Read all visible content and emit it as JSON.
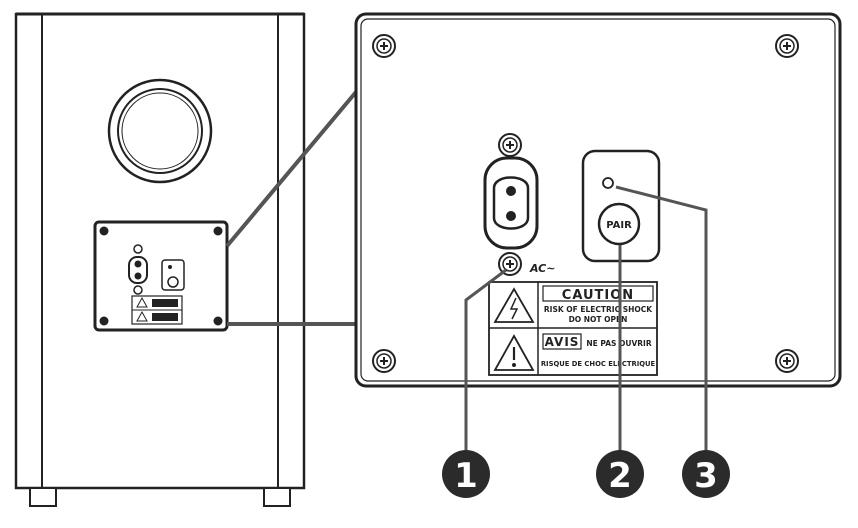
{
  "panel": {
    "pair_button_label": "PAIR",
    "ac_label": "AC~"
  },
  "warning_label": {
    "caution_title": "CAUTION",
    "caution_line1": "RISK OF ELECTRIC SHOCK",
    "caution_line2": "DO NOT OPEN",
    "avis_title": "AVIS",
    "avis_line1": "NE PAS OUVRIR",
    "avis_line2": "RISQUE DE CHOC ELECTRIQUE"
  },
  "callouts": [
    {
      "number": "1",
      "target": "ac-power-inlet"
    },
    {
      "number": "2",
      "target": "pair-button"
    },
    {
      "number": "3",
      "target": "status-led"
    }
  ],
  "colors": {
    "line": "#222222",
    "callout_fill": "#2b2b2b",
    "panel_fill": "#ffffff"
  }
}
